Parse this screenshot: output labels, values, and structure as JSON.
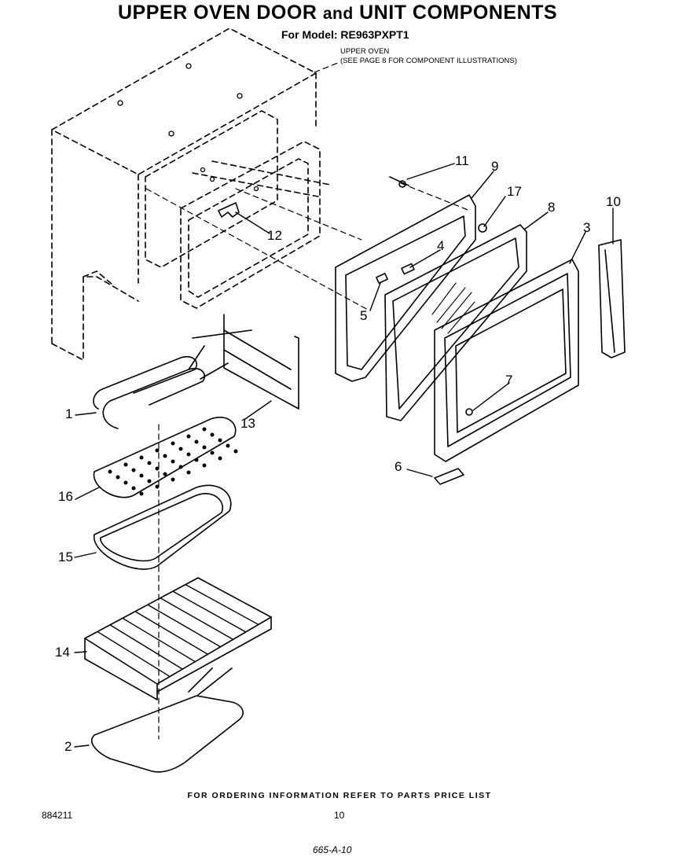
{
  "title": {
    "main": "UPPER OVEN DOOR",
    "connector": "and",
    "rest": "UNIT COMPONENTS"
  },
  "model_line": "For Model: RE963PXPT1",
  "upper_oven_note": {
    "line1": "UPPER OVEN",
    "line2": "(SEE PAGE 8 FOR COMPONENT ILLUSTRATIONS)"
  },
  "callouts": {
    "c1": "1",
    "c2": "2",
    "c3": "3",
    "c4": "4",
    "c5": "5",
    "c6": "6",
    "c7": "7",
    "c8": "8",
    "c9": "9",
    "c10": "10",
    "c11": "11",
    "c12": "12",
    "c13": "13",
    "c14": "14",
    "c15": "15",
    "c16": "16",
    "c17": "17"
  },
  "footer": {
    "ordering_note": "FOR ORDERING INFORMATION REFER TO PARTS PRICE LIST",
    "doc_code": "884211",
    "page_number": "10",
    "handwritten": "665-A-10"
  }
}
